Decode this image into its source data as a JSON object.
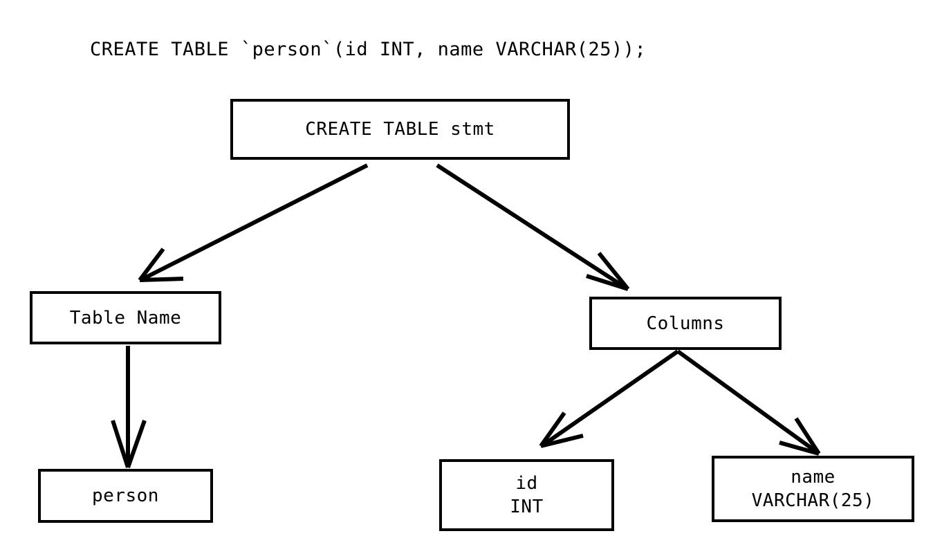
{
  "diagram": {
    "title": "CREATE TABLE `person`(id INT, name VARCHAR(25));",
    "type": "parse-tree",
    "background_color": "#ffffff",
    "stroke_color": "#000000",
    "nodes": [
      {
        "id": "root",
        "label": "CREATE TABLE stmt",
        "line1": "CREATE TABLE stmt",
        "line2": ""
      },
      {
        "id": "tblname",
        "label": "Table Name",
        "line1": "Table Name",
        "line2": ""
      },
      {
        "id": "columns",
        "label": "Columns",
        "line1": "Columns",
        "line2": ""
      },
      {
        "id": "person",
        "label": "person",
        "line1": "person",
        "line2": ""
      },
      {
        "id": "col-id",
        "label": "id INT",
        "line1": "id",
        "line2": "INT"
      },
      {
        "id": "col-name",
        "label": "name VARCHAR(25)",
        "line1": "name",
        "line2": "VARCHAR(25)"
      }
    ],
    "edges": [
      {
        "from": "root",
        "to": "tblname",
        "style": "open-arrow"
      },
      {
        "from": "root",
        "to": "columns",
        "style": "open-arrow"
      },
      {
        "from": "tblname",
        "to": "person",
        "style": "open-arrow"
      },
      {
        "from": "columns",
        "to": "col-id",
        "style": "open-arrow"
      },
      {
        "from": "columns",
        "to": "col-name",
        "style": "open-arrow"
      }
    ]
  }
}
